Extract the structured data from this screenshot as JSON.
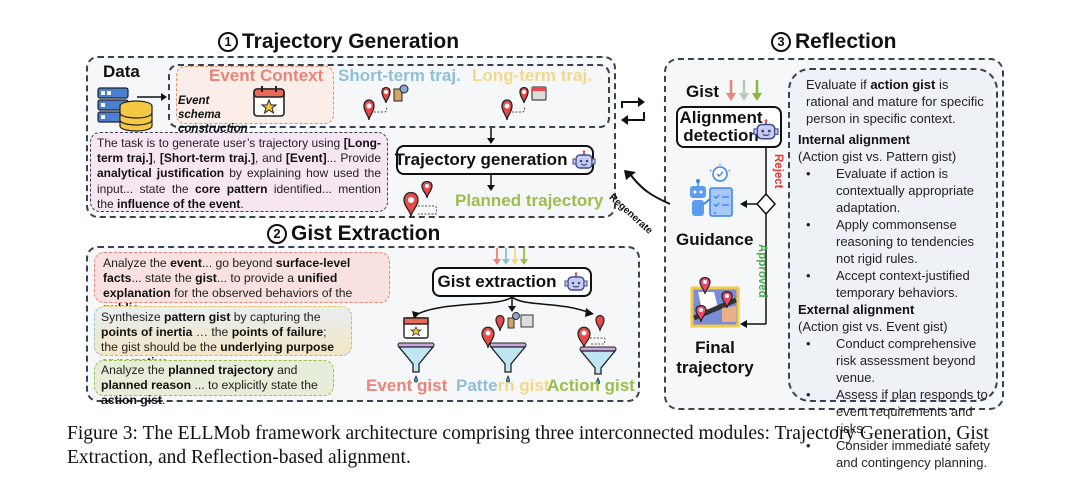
{
  "modules": {
    "trajectory_generation": {
      "number": "1",
      "title": "Trajectory Generation",
      "data_label": "Data",
      "event_context_label": "Event Context",
      "event_schema_label": "Event schema construction",
      "short_term_label": "Short-term traj.",
      "long_term_label": "Long-term traj.",
      "node_label": "Trajectory generation",
      "output_label": "Planned trajectory",
      "prompt_segments": [
        {
          "t": "The task is to generate user’s trajectory using ",
          "b": false
        },
        {
          "t": "[Long-term traj.]",
          "b": true
        },
        {
          "t": ", ",
          "b": false
        },
        {
          "t": "[Short-term traj.]",
          "b": true
        },
        {
          "t": ", and ",
          "b": false
        },
        {
          "t": "[Event]",
          "b": true
        },
        {
          "t": "... Provide ",
          "b": false
        },
        {
          "t": "analytical justification",
          "b": true
        },
        {
          "t": " by explaining how used the input... state the ",
          "b": false
        },
        {
          "t": "core pattern",
          "b": true
        },
        {
          "t": " identified... mention the ",
          "b": false
        },
        {
          "t": "influence of the event",
          "b": true
        },
        {
          "t": ".",
          "b": false
        }
      ]
    },
    "gist_extraction": {
      "number": "2",
      "title": "Gist Extraction",
      "node_label": "Gist extraction",
      "outputs": {
        "event": "Event gist",
        "pattern_a": "Patte",
        "pattern_b": "rn gist",
        "action": "Action gist"
      },
      "prompts": [
        {
          "segments": [
            {
              "t": "Analyze the ",
              "b": false
            },
            {
              "t": "event",
              "b": true
            },
            {
              "t": "... go beyond ",
              "b": false
            },
            {
              "t": "surface-level facts",
              "b": true
            },
            {
              "t": "... state the ",
              "b": false
            },
            {
              "t": "gist",
              "b": true
            },
            {
              "t": "... to provide a ",
              "b": false
            },
            {
              "t": "unified explanation",
              "b": true
            },
            {
              "t": " for the observed behaviors of the ",
              "b": false
            },
            {
              "t": "public",
              "b": true
            },
            {
              "t": "…",
              "b": false
            }
          ]
        },
        {
          "segments": [
            {
              "t": "Synthesize ",
              "b": false
            },
            {
              "t": "pattern gist",
              "b": true
            },
            {
              "t": " by capturing the ",
              "b": false
            },
            {
              "t": "points of inertia",
              "b": true
            },
            {
              "t": " … the ",
              "b": false
            },
            {
              "t": "points of failure",
              "b": true
            },
            {
              "t": "; the gist should be the ",
              "b": false
            },
            {
              "t": "underlying purpose or narrative...",
              "b": true
            }
          ]
        },
        {
          "segments": [
            {
              "t": "Analyze the ",
              "b": false
            },
            {
              "t": "planned trajectory",
              "b": true
            },
            {
              "t": "  and ",
              "b": false
            },
            {
              "t": "planned reason",
              "b": true
            },
            {
              "t": " ... to explicitly state the ",
              "b": false
            },
            {
              "t": "action gist",
              "b": true
            },
            {
              "t": ".",
              "b": false
            }
          ]
        }
      ]
    },
    "reflection": {
      "number": "3",
      "title": "Reflection",
      "gist_label": "Gist",
      "node_line1": "Alignment",
      "node_line2": "detection",
      "reject_label": "Reject",
      "approved_label": "Approved",
      "regenerate_label": "Regenerate",
      "guidance_label": "Guidance",
      "final_line1": "Final",
      "final_line2": "trajectory",
      "intro_segments": [
        {
          "t": "Evaluate if ",
          "b": false
        },
        {
          "t": "action gist",
          "b": true
        },
        {
          "t": " is rational and mature for specific person in specific context.",
          "b": false
        }
      ],
      "internal": {
        "heading": "Internal alignment",
        "sub": "(Action gist vs. Pattern gist)",
        "bullets": [
          "Evaluate if action is contextually appropriate adaptation.",
          "Apply commonsense reasoning to tendencies not rigid rules.",
          "Accept context-justified temporary behaviors."
        ]
      },
      "external": {
        "heading": "External alignment",
        "sub": "(Action gist vs. Event gist)",
        "bullets": [
          "Conduct comprehensive risk assessment beyond venue.",
          "Assess if plan responds to event requirements and risks.",
          "Consider immediate safety and contingency planning."
        ]
      }
    }
  },
  "caption": "Figure 3: The ELLMob framework architecture comprising three interconnected modules: Trajectory Generation, Gist Extraction, and Reflection-based alignment.",
  "colors": {
    "event": "#e8857a",
    "short_term": "#8fbfd6",
    "long_term": "#f2d98a",
    "action": "#9bbf4a",
    "pattern": "#8fbfd6",
    "reject": "#e53935",
    "approved": "#4caf50",
    "prompt_pink": "#f6e6f2",
    "prompt_red": "#f8e1df",
    "prompt_green": "#e6eed9"
  }
}
